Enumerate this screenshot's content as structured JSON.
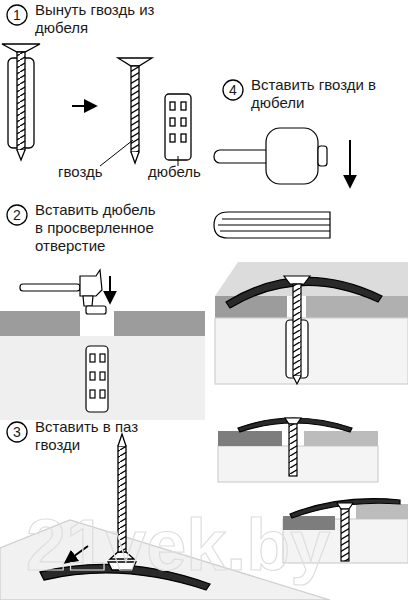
{
  "diagram": {
    "nodes": [
      {
        "text": [
          "1",
          "Вынуть гвоздь из дюбеля"
        ]
      },
      {
        "text": [
          "2",
          "Вставить дюбель в просверленное отверстие"
        ]
      },
      {
        "text": [
          "3",
          "Вставить в паз гвозди"
        ]
      },
      {
        "text": [
          "4",
          "Вставить гвозди в дюбели"
        ]
      }
    ],
    "labels": [
      "гвоздь",
      "дюбель",
      "21vek.by"
    ]
  }
}
